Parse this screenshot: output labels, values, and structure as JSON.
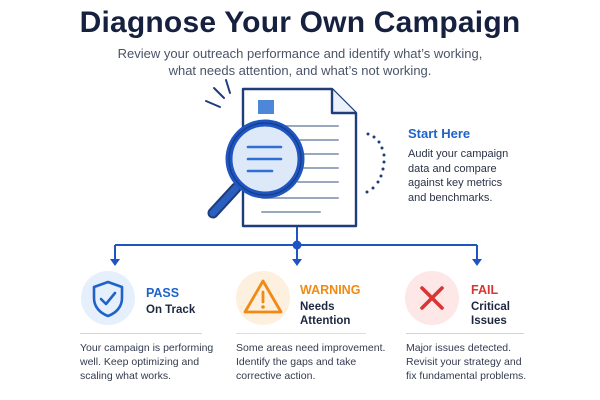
{
  "header": {
    "title": "Diagnose Your Own Campaign",
    "subtitle_line1": "Review your outreach performance and identify what’s working,",
    "subtitle_line2": "what needs attention, and what’s not working."
  },
  "start": {
    "title": "Start Here",
    "body_lines": [
      "Audit your campaign",
      "data and compare",
      "against key metrics",
      "and benchmarks."
    ]
  },
  "outcomes": [
    {
      "status": "PASS",
      "label": "On Track",
      "icon": "shield-check-icon",
      "color": "#1f63c9",
      "desc_lines": [
        "Your campaign is performing",
        "well. Keep optimizing and",
        "scaling what works."
      ]
    },
    {
      "status": "WARNING",
      "label_lines": [
        "Needs",
        "Attention"
      ],
      "icon": "warning-triangle-icon",
      "color": "#f08a14",
      "desc_lines": [
        "Some areas need improvement.",
        "Identify the gaps and take",
        "corrective action."
      ]
    },
    {
      "status": "FAIL",
      "label_lines": [
        "Critical",
        "Issues"
      ],
      "icon": "x-mark-icon",
      "color": "#d93535",
      "desc_lines": [
        "Major issues detected.",
        "Revisit your strategy and",
        "fix fundamental problems."
      ]
    }
  ]
}
